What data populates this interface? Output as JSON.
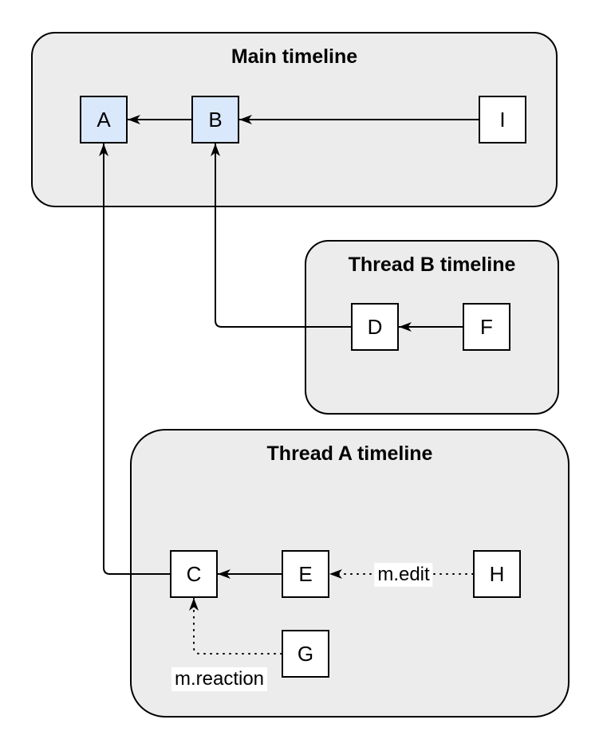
{
  "diagram": {
    "type": "event-graph",
    "containers": [
      {
        "id": "main",
        "title": "Main timeline"
      },
      {
        "id": "thread-b",
        "title": "Thread B timeline"
      },
      {
        "id": "thread-a",
        "title": "Thread A timeline"
      }
    ],
    "nodes": [
      {
        "id": "A",
        "label": "A",
        "container": "main",
        "fill": "#dae8fc"
      },
      {
        "id": "B",
        "label": "B",
        "container": "main",
        "fill": "#dae8fc"
      },
      {
        "id": "I",
        "label": "I",
        "container": "main",
        "fill": "#ffffff"
      },
      {
        "id": "D",
        "label": "D",
        "container": "thread-b",
        "fill": "#ffffff"
      },
      {
        "id": "F",
        "label": "F",
        "container": "thread-b",
        "fill": "#ffffff"
      },
      {
        "id": "C",
        "label": "C",
        "container": "thread-a",
        "fill": "#ffffff"
      },
      {
        "id": "E",
        "label": "E",
        "container": "thread-a",
        "fill": "#ffffff"
      },
      {
        "id": "H",
        "label": "H",
        "container": "thread-a",
        "fill": "#ffffff"
      },
      {
        "id": "G",
        "label": "G",
        "container": "thread-a",
        "fill": "#ffffff"
      }
    ],
    "edges": [
      {
        "from": "B",
        "to": "A",
        "style": "solid",
        "label": ""
      },
      {
        "from": "I",
        "to": "B",
        "style": "solid",
        "label": ""
      },
      {
        "from": "F",
        "to": "D",
        "style": "solid",
        "label": ""
      },
      {
        "from": "D",
        "to": "B",
        "style": "solid",
        "label": ""
      },
      {
        "from": "E",
        "to": "C",
        "style": "solid",
        "label": ""
      },
      {
        "from": "C",
        "to": "A",
        "style": "solid",
        "label": ""
      },
      {
        "from": "H",
        "to": "E",
        "style": "dotted",
        "label": "m.edit"
      },
      {
        "from": "G",
        "to": "C",
        "style": "dotted",
        "label": "m.reaction"
      }
    ],
    "colors": {
      "container_fill": "#ececec",
      "node_highlight_fill": "#dae8fc",
      "node_default_fill": "#ffffff",
      "stroke": "#000000",
      "label_background": "#ffffff"
    }
  }
}
